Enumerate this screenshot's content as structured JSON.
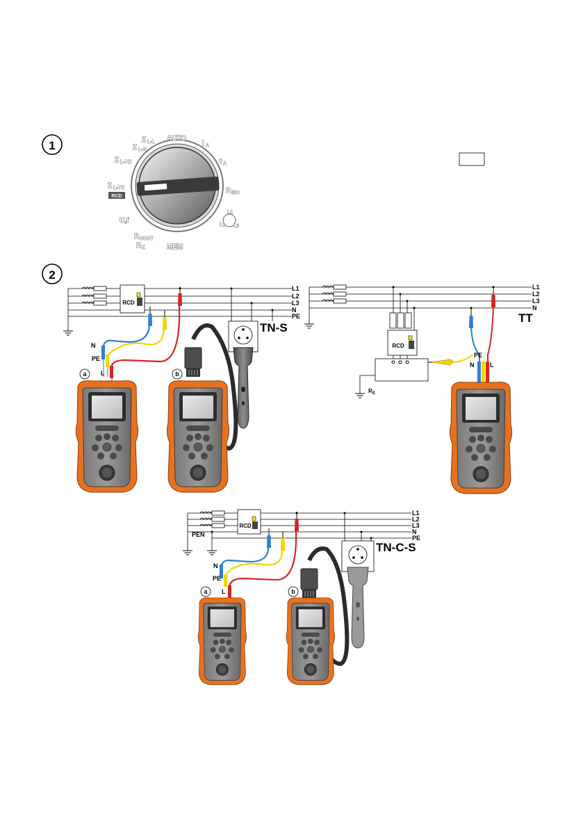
{
  "steps": {
    "one": "1",
    "two": "2"
  },
  "dial": {
    "auto": "AUTO",
    "mem": "MEM",
    "zll_main": "Z",
    "zll_sub": "L-L",
    "zln_main": "Z",
    "zln_sub": "L-N",
    "zlpe_main": "Z",
    "zlpe_sub": "L-PE",
    "zlpercd_main": "Z",
    "zlpercd_sub": "L-PE",
    "zlpercd_badge": "RCD",
    "uf": "U,f",
    "rcont_main": "R",
    "rcont_sub": "CONT",
    "rx_main": "R",
    "rx_sub": "X",
    "ia_main": "I",
    "ia_sub": "A",
    "ta_main": "t",
    "ta_sub": "A",
    "riso_main": "R",
    "riso_sub": "ISO",
    "phase_l1": "L1",
    "phase_l2": "L2",
    "phase_l3": "L3"
  },
  "wires": {
    "l1": "L1",
    "l2": "L2",
    "l3": "L3",
    "n": "N",
    "pe": "PE",
    "pen": "PEN"
  },
  "systems": {
    "tns": "TN-S",
    "tt": "TT",
    "tncs": "TN-C-S"
  },
  "devices": {
    "rcd": "RCD"
  },
  "probes": {
    "n": "N",
    "pe": "PE",
    "l": "L"
  },
  "variants": {
    "a": "a",
    "b": "b"
  },
  "ground": {
    "re_main": "R",
    "re_sub": "E"
  }
}
